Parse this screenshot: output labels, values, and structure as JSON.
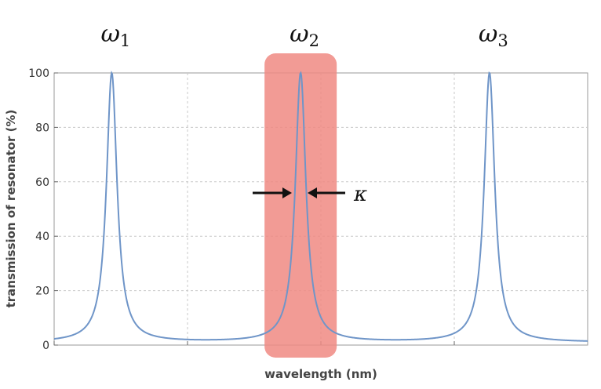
{
  "chart_data": {
    "type": "line",
    "xlabel": "wavelength (nm)",
    "ylabel": "transmission of resonator (%)",
    "ylim": [
      0,
      100
    ],
    "yticks": [
      0,
      20,
      40,
      60,
      80,
      100
    ],
    "ytick_labels": [
      "0",
      "20",
      "40",
      "60",
      "80",
      "100"
    ],
    "grid": true,
    "line_color": "#6f95c8",
    "peaks": [
      {
        "label": "ω",
        "subscript": "1",
        "x_fraction": 0.108,
        "value": 100
      },
      {
        "label": "ω",
        "subscript": "2",
        "x_fraction": 0.462,
        "value": 100
      },
      {
        "label": "ω",
        "subscript": "3",
        "x_fraction": 0.816,
        "value": 100
      }
    ],
    "baseline_value": 1,
    "highlight": {
      "peak_index": 1,
      "color": "#f08a82"
    },
    "linewidth_label": "κ"
  }
}
